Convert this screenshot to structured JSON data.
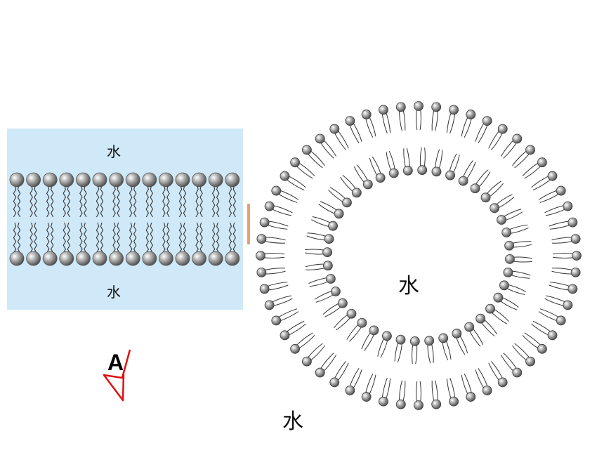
{
  "labels": {
    "water_top": "水",
    "water_bottom": "水",
    "water_inner": "水",
    "water_outer": "水",
    "answer": "A"
  },
  "colors": {
    "panel_background": "#cfe9f9",
    "head_fill": "#b0b0b0",
    "head_dark": "#3a3a3a",
    "tail_stroke": "#333333",
    "check_mark": "#e01010"
  },
  "diagram": {
    "bilayer_heads_per_row": 14,
    "vesicle_outer_heads": 56,
    "vesicle_inner_heads": 40
  }
}
